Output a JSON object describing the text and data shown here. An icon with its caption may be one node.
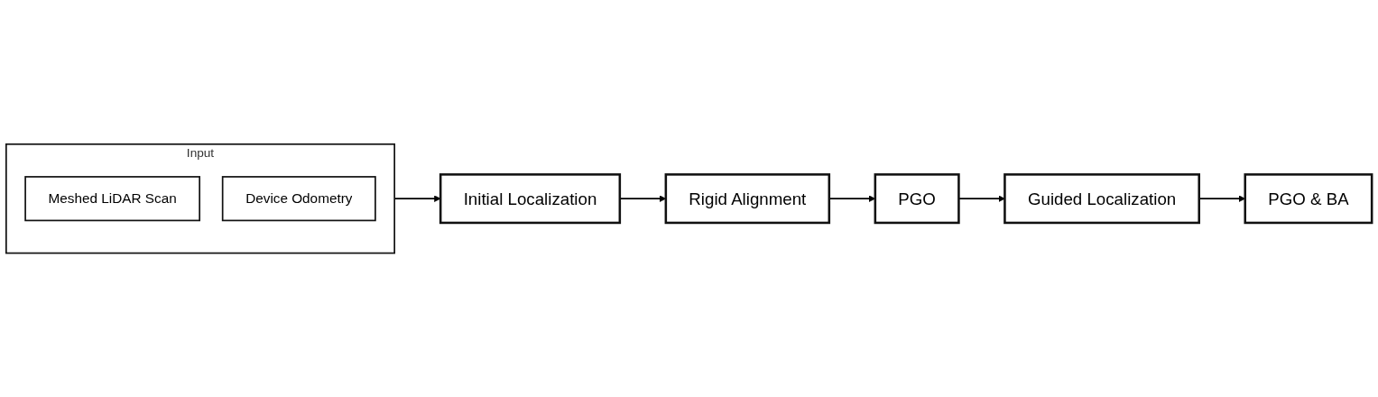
{
  "diagram": {
    "nodes": [
      {
        "text": [
          "Input"
        ]
      },
      {
        "text": [
          "Meshed LiDAR Scan"
        ],
        "in": 0
      },
      {
        "text": [
          "Device Odometry"
        ],
        "in": 0
      },
      {
        "text": [
          "Initial Localization"
        ]
      },
      {
        "text": [
          "Rigid Alignment"
        ]
      },
      {
        "text": [
          "PGO"
        ]
      },
      {
        "text": [
          "Guided Localization"
        ]
      },
      {
        "text": [
          "PGO & BA"
        ]
      }
    ],
    "edges": [
      {
        "from": 0,
        "to": 3,
        "arrow": "to"
      },
      {
        "from": 3,
        "to": 4,
        "arrow": "to"
      },
      {
        "from": 4,
        "to": 5,
        "arrow": "to"
      },
      {
        "from": 5,
        "to": 6,
        "arrow": "to"
      },
      {
        "from": 6,
        "to": 7,
        "arrow": "to"
      }
    ]
  }
}
